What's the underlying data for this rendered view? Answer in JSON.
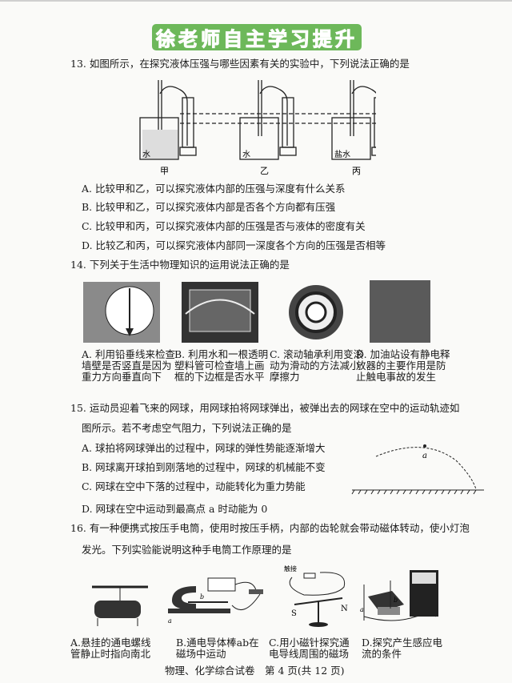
{
  "banner": "徐老师自主学习提升",
  "q13": {
    "stem": "13. 如图所示，在探究液体压强与哪些因素有关的实验中，下列说法正确的是",
    "figure_labels": {
      "liquids": [
        "水",
        "水",
        "盐水"
      ],
      "names": [
        "甲",
        "乙",
        "丙"
      ]
    },
    "options": [
      "A. 比较甲和乙，可以探究液体内部的压强与深度有什么关系",
      "B. 比较甲和乙，可以探究液体内部是否各个方向都有压强",
      "C. 比较甲和丙，可以探究液体内部的压强是否与液体的密度有关",
      "D. 比较乙和丙，可以探究液体内部同一深度各个方向的压强是否相等"
    ]
  },
  "q14": {
    "stem": "14. 下列关于生活中物理知识的运用说法正确的是",
    "options": [
      "A. 利用铅垂线来检查墙壁是否竖直是因为重力方向垂直向下",
      "B. 利用水和一根透明塑料管可检查墙上画框的下边框是否水平",
      "C. 滚动轴承利用变滚动为滑动的方法减小摩擦力",
      "D. 加油站设有静电释放器的主要作用是防止触电事故的发生"
    ]
  },
  "q15": {
    "stem_line1": "15. 运动员迎着飞来的网球，用网球拍将网球弹出，被弹出去的网球在空中的运动轨迹如",
    "stem_line2": "图所示。若不考虑空气阻力，下列说法正确的是",
    "figure_label": "a",
    "options": [
      "A. 球拍将网球弹出的过程中，网球的弹性势能逐渐增大",
      "B. 网球离开球拍到刚落地的过程中，网球的机械能不变",
      "C. 网球在空中下落的过程中，动能转化为重力势能",
      "D. 网球在空中运动到最高点 a 时动能为 0"
    ]
  },
  "q16": {
    "stem_line1": "16. 有一种便携式按压手电筒，使用时按压手柄，内部的齿轮就会带动磁体转动，使小灯泡",
    "stem_line2": "发光。下列实验能说明这种手电筒工作原理的是",
    "figure_labels": {
      "touch": "触接",
      "s": "S",
      "n": "N",
      "a": "a",
      "b": "b"
    },
    "options": [
      "A.悬挂的通电螺线管静止时指向南北",
      "B.通电导体棒ab在磁场中运动",
      "C.用小磁针探究通电导线周围的磁场",
      "D.探究产生感应电流的条件"
    ]
  },
  "footer": "物理、化学综合试卷　第 4 页(共 12 页)"
}
